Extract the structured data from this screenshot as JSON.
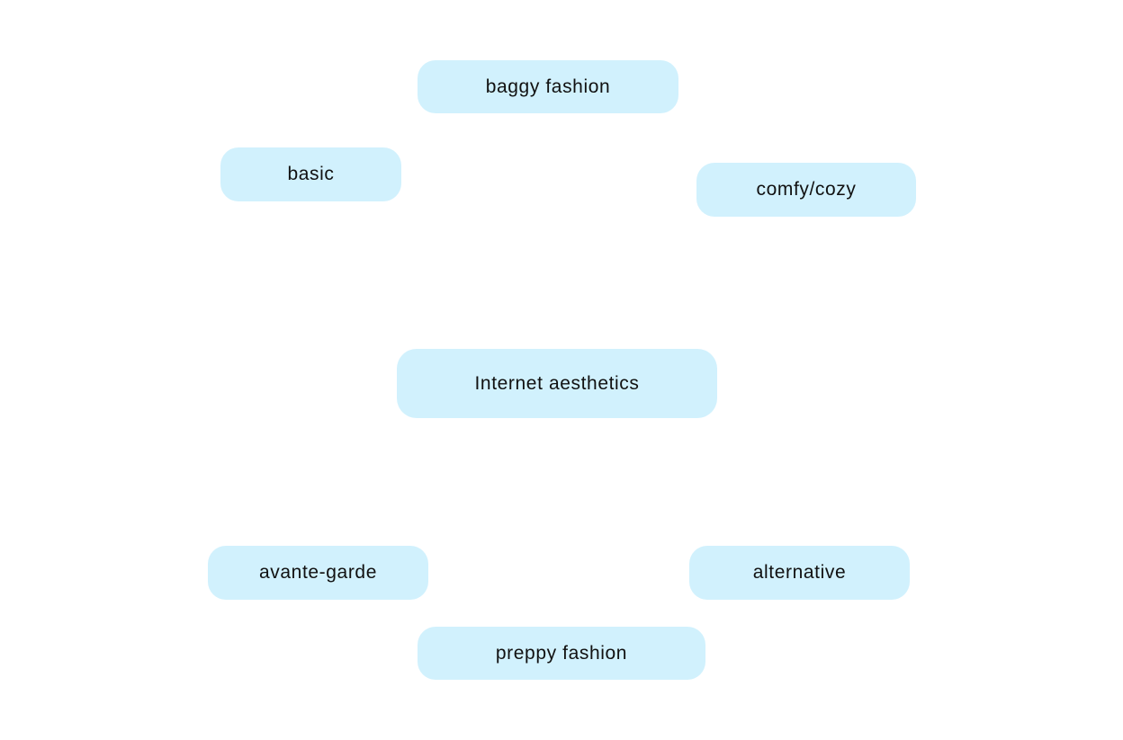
{
  "diagram": {
    "center_node": {
      "label": "Internet aesthetics"
    },
    "nodes": [
      {
        "label": "baggy fashion"
      },
      {
        "label": "basic"
      },
      {
        "label": "comfy/cozy"
      },
      {
        "label": "avante-garde"
      },
      {
        "label": "alternative"
      },
      {
        "label": "preppy fashion"
      }
    ]
  },
  "colors": {
    "node_fill": "#d1f1fd",
    "text": "#111111",
    "background": "#ffffff"
  }
}
